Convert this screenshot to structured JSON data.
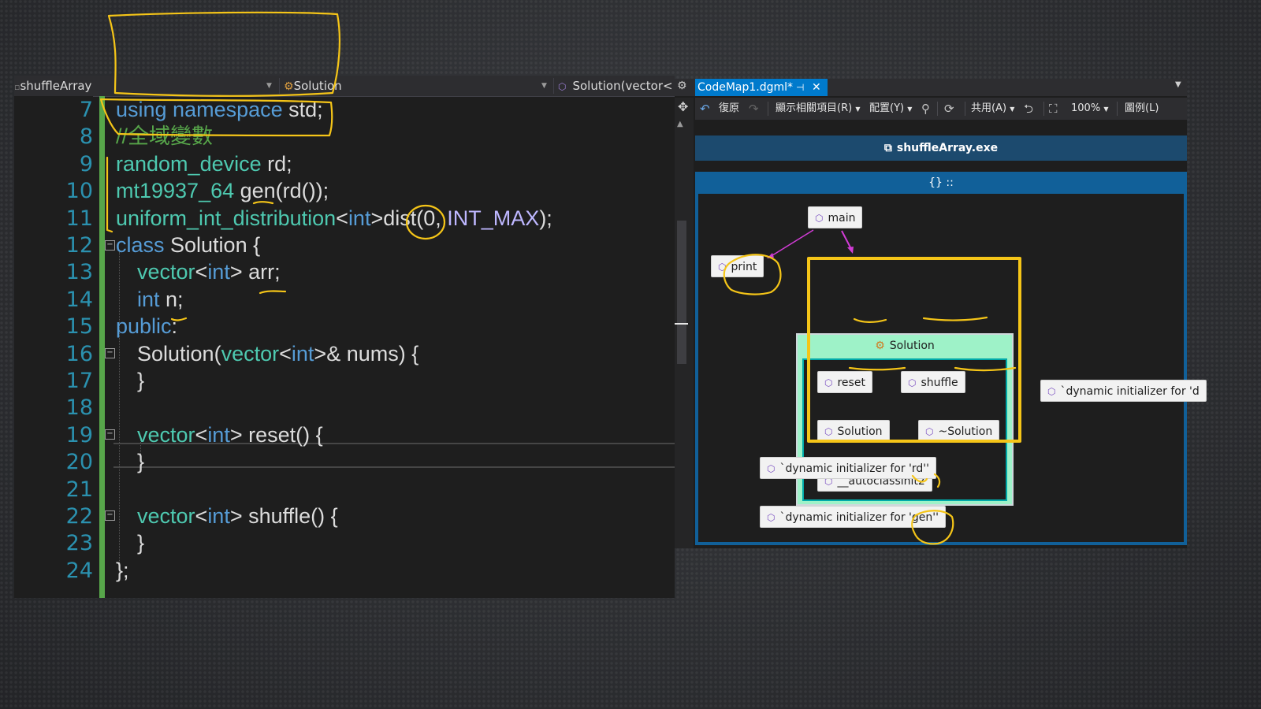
{
  "editor": {
    "nav": {
      "project": "shuffleArray",
      "scope": "Solution",
      "member": "Solution(vector<"
    },
    "line_numbers": [
      "7",
      "8",
      "9",
      "10",
      "11",
      "12",
      "13",
      "14",
      "15",
      "16",
      "17",
      "18",
      "19",
      "20",
      "21",
      "22",
      "23",
      "24"
    ],
    "lines": {
      "l7_kw": "using namespace",
      "l7_rest": " std;",
      "l8_comment": "//全域變數",
      "l9_type": "random_device",
      "l9_rest": " rd;",
      "l10_type": "mt19937_64",
      "l10_rest": " gen(rd());",
      "l11_type": "uniform_int_distribution",
      "l11_lt": "<",
      "l11_int": "int",
      "l11_gt": ">",
      "l11_rest": "dist(0, ",
      "l11_macro": "INT_MAX",
      "l11_end": ");",
      "l12_kw": "class",
      "l12_rest": " Solution {",
      "l13_type": "vector",
      "l13_lt": "<",
      "l13_int": "int",
      "l13_rest": "> arr;",
      "l14_int": "int",
      "l14_rest": " n;",
      "l15_kw": "public",
      "l15_rest": ":",
      "l16_fn": "Solution",
      "l16_open": "(",
      "l16_type": "vector",
      "l16_lt": "<",
      "l16_int": "int",
      "l16_rest": ">& nums) {",
      "l17": "}",
      "l19_type": "vector",
      "l19_lt": "<",
      "l19_int": "int",
      "l19_rest": "> reset() {",
      "l20": "}",
      "l22_type": "vector",
      "l22_lt": "<",
      "l22_int": "int",
      "l22_rest": "> shuffle() {",
      "l23": "}",
      "l24": "};"
    }
  },
  "codemap": {
    "tab_title": "CodeMap1.dgml*",
    "tab_pin": "⊣",
    "tab_close": "✕",
    "toolbar": {
      "undo_label": "復原",
      "related_label": "顯示相關項目(R)",
      "layout_label": "配置(Y)",
      "share_label": "共用(A)",
      "zoom_label": "100%",
      "legend_label": "圖例(L)"
    },
    "exe_group": "shuffleArray.exe",
    "ns_group": "{} ::",
    "class_group": "Solution",
    "nodes": {
      "main": "main",
      "print": "print",
      "reset": "reset",
      "shuffle": "shuffle",
      "ctor": "Solution",
      "dtor": "~Solution",
      "autoclass": "__autoclassinit2",
      "dyn_d": "`dynamic initializer for 'd",
      "dyn_rd": "`dynamic initializer for 'rd''",
      "dyn_gen": "`dynamic initializer for 'gen''"
    }
  },
  "colors": {
    "keyword": "#569cd6",
    "type": "#4ec9b0",
    "comment": "#57a64a",
    "line_number": "#2b91af",
    "accent": "#007acc",
    "class_group": "#9ef2c8",
    "annotation": "#f5c518"
  }
}
